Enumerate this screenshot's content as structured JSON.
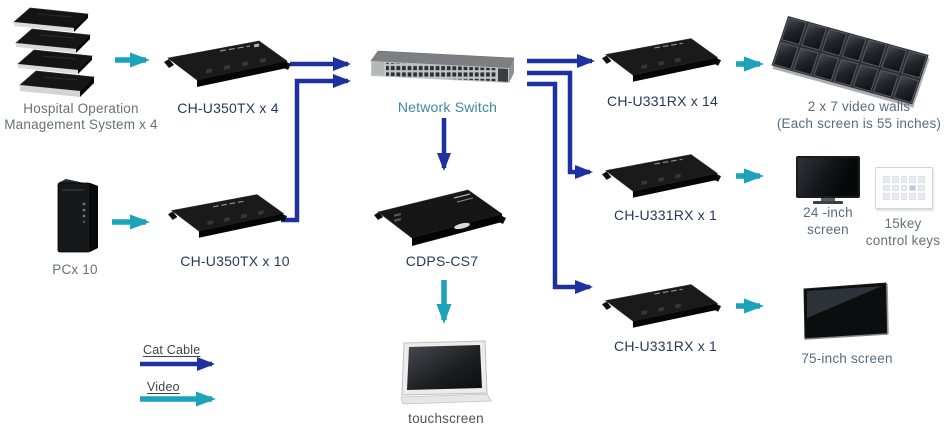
{
  "title": "AV over IP hospital distribution diagram",
  "colors": {
    "cat_cable": "#1F30A0",
    "video": "#1BA3BA",
    "label_navy": "#24395C",
    "label_gray": "#6A6F74",
    "label_bluegray": "#576B80",
    "label_switch": "#3D89A3",
    "label_legend": "#3F4449"
  },
  "nodes": {
    "hospital": {
      "label": "Hospital Operation\nManagement System x 4"
    },
    "tx4": {
      "label": "CH-U350TX  x 4"
    },
    "network_switch": {
      "label": "Network Switch"
    },
    "rx14": {
      "label": "CH-U331RX  x 14"
    },
    "video_wall": {
      "label": "2 x 7 video  walls\n(Each screen is 55 inches)"
    },
    "pc": {
      "label": "PCx 10"
    },
    "tx10": {
      "label": "CH-U350TX  x 10"
    },
    "cdps": {
      "label": "CDPS-CS7"
    },
    "rx1_mid": {
      "label": "CH-U331RX  x 1"
    },
    "screen24": {
      "label": "24 -inch\nscreen"
    },
    "keys15": {
      "label": "15key\ncontrol keys"
    },
    "rx1_bot": {
      "label": "CH-U331RX  x 1"
    },
    "screen75": {
      "label": "75-inch screen"
    },
    "touchscreen": {
      "label": "touchscreen"
    }
  },
  "legend": {
    "cat_cable": "Cat Cable",
    "video": "Video"
  }
}
